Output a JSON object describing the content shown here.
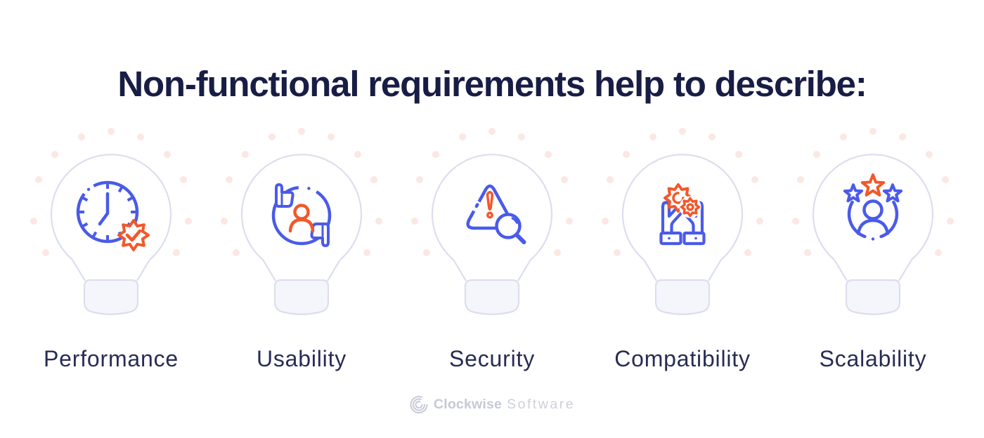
{
  "title": {
    "text": "Non-functional requirements help to describe:"
  },
  "cards": [
    {
      "label": "Performance",
      "icon": "clock-with-check-badge-icon"
    },
    {
      "label": "Usability",
      "icon": "user-feedback-thumbs-icon"
    },
    {
      "label": "Security",
      "icon": "warning-triangle-magnifier-icon"
    },
    {
      "label": "Compatibility",
      "icon": "hands-holding-gears-icon"
    },
    {
      "label": "Scalability",
      "icon": "user-with-rating-stars-icon"
    }
  ],
  "footer": {
    "brand_bold": "Clockwise",
    "brand_light": "Software"
  },
  "colors": {
    "blue": "#4A5BE8",
    "orange": "#F2582B",
    "outline": "#DCDEEE",
    "base_fill": "#F5F6FB",
    "dot": "#FBE8E3",
    "title": "#181D45",
    "label": "#272C55",
    "logo": "#C7C9D7",
    "logo_light": "#CDCFDB"
  }
}
